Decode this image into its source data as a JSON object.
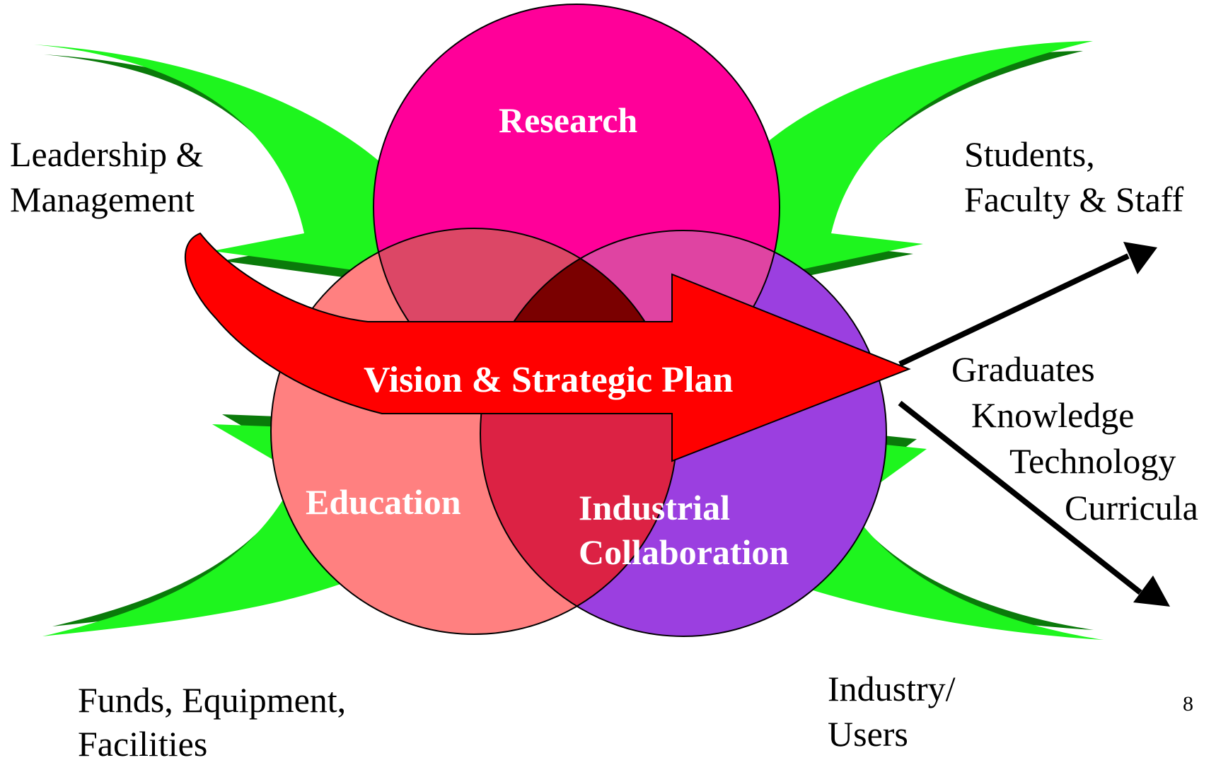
{
  "colors": {
    "leaf_light": "#1ef51e",
    "leaf_dark": "#0a7a0a",
    "research": "#ff0099",
    "education": "#ff8080",
    "industry": "#9b3fe0",
    "overlap_re": "#dc4766",
    "overlap_ri": "#df44a2",
    "overlap_ei": "#dc2244",
    "overlap_all": "#7a0000",
    "arrow": "#ff0000"
  },
  "circles": {
    "research": "Research",
    "education": "Education",
    "industry_line1": "Industrial",
    "industry_line2": "Collaboration"
  },
  "arrow_label": "Vision & Strategic Plan",
  "inputs": {
    "top_left_line1": "Leadership &",
    "top_left_line2": "Management",
    "bottom_left_line1": "Funds, Equipment,",
    "bottom_left_line2": "Facilities",
    "bottom_right_line1": "Industry/",
    "bottom_right_line2": "Users"
  },
  "outputs": {
    "top_right_line1": "Students,",
    "top_right_line2": "Faculty & Staff",
    "list": [
      "Graduates",
      "Knowledge",
      "Technology",
      "Curricula"
    ]
  },
  "page_number": "8"
}
